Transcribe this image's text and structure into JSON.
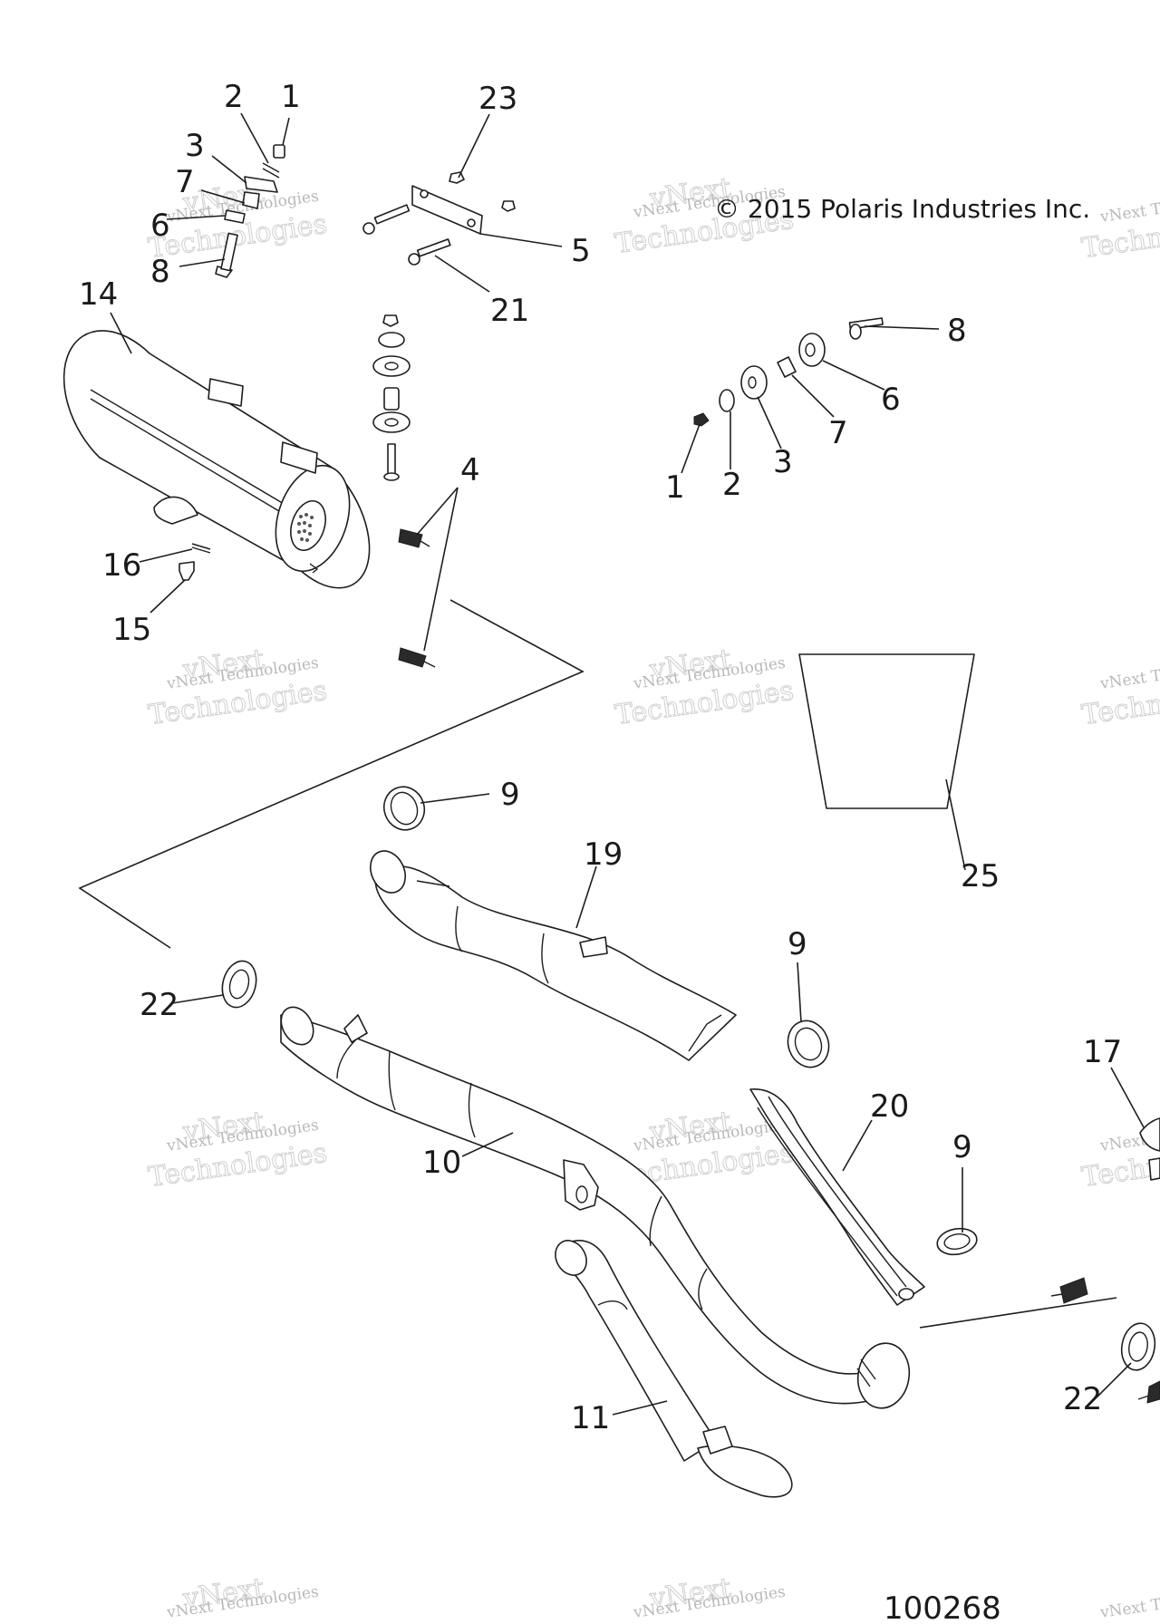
{
  "copyright": "© 2015 Polaris Industries Inc.",
  "figure_number": "100268",
  "watermark": {
    "line1": "vNext Technologies",
    "line2": "vNext",
    "line3": "Technologies"
  },
  "callouts": {
    "c1a": "1",
    "c2a": "2",
    "c3a": "3",
    "c7a": "7",
    "c6a": "6",
    "c8a": "8",
    "c23": "23",
    "c5": "5",
    "c21": "21",
    "c14": "14",
    "c4": "4",
    "c16": "16",
    "c15": "15",
    "c8b": "8",
    "c6b": "6",
    "c7b": "7",
    "c3b": "3",
    "c2b": "2",
    "c1b": "1",
    "c9a": "9",
    "c19": "19",
    "c25": "25",
    "c9b": "9",
    "c22a": "22",
    "c17": "17",
    "c20": "20",
    "c9c": "9",
    "c10": "10",
    "c22b": "22",
    "c11": "11"
  }
}
